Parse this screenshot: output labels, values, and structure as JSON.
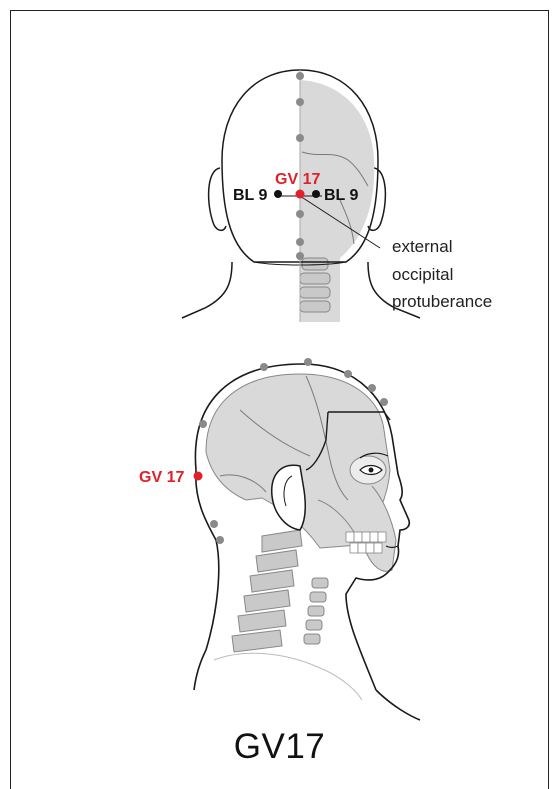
{
  "diagram": {
    "caption": "GV17",
    "back_view": {
      "point_label": "GV 17",
      "left_point_label": "BL 9",
      "right_point_label": "BL 9",
      "annotation": [
        "external",
        "occipital",
        "protuberance"
      ]
    },
    "side_view": {
      "point_label": "GV 17"
    },
    "colors": {
      "highlight": "#e0202a",
      "meridian_points": "#8a8a8a",
      "skull_fill": "#d9d9d9",
      "outline": "#1a1a1a"
    }
  }
}
